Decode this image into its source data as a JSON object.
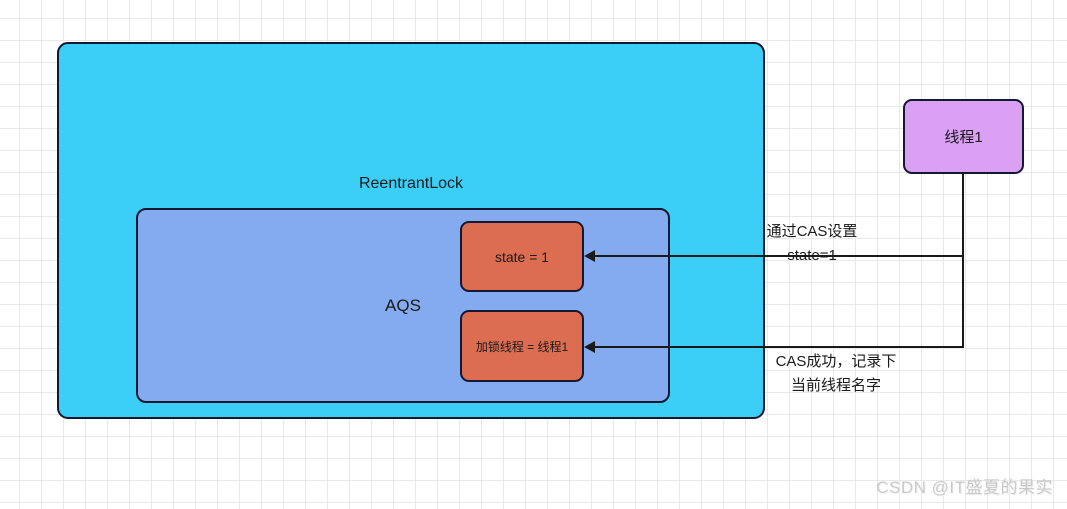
{
  "diagram": {
    "reentrant_lock": {
      "label": "ReentrantLock"
    },
    "aqs": {
      "label": "AQS"
    },
    "state_box": {
      "label": "state = 1"
    },
    "lock_thread_box": {
      "label": "加锁线程 = 线程1"
    },
    "thread_box": {
      "label": "线程1"
    },
    "annotation_cas_set": {
      "line1": "通过CAS设置",
      "line2": "state=1"
    },
    "annotation_cas_success": {
      "line1": "CAS成功，记录下",
      "line2": "当前线程名字"
    }
  },
  "watermark": {
    "text": "CSDN @IT盛夏的果实"
  },
  "colors": {
    "cyan": "#3bcff8",
    "aqs_blue": "#84abef",
    "orange": "#dc6d50",
    "purple": "#d9a0f4",
    "border": "#141830",
    "line": "#1a1a1a",
    "text": "#1a1a1a",
    "grid": "#e8e8e8",
    "watermark": "#c9c9c9"
  }
}
